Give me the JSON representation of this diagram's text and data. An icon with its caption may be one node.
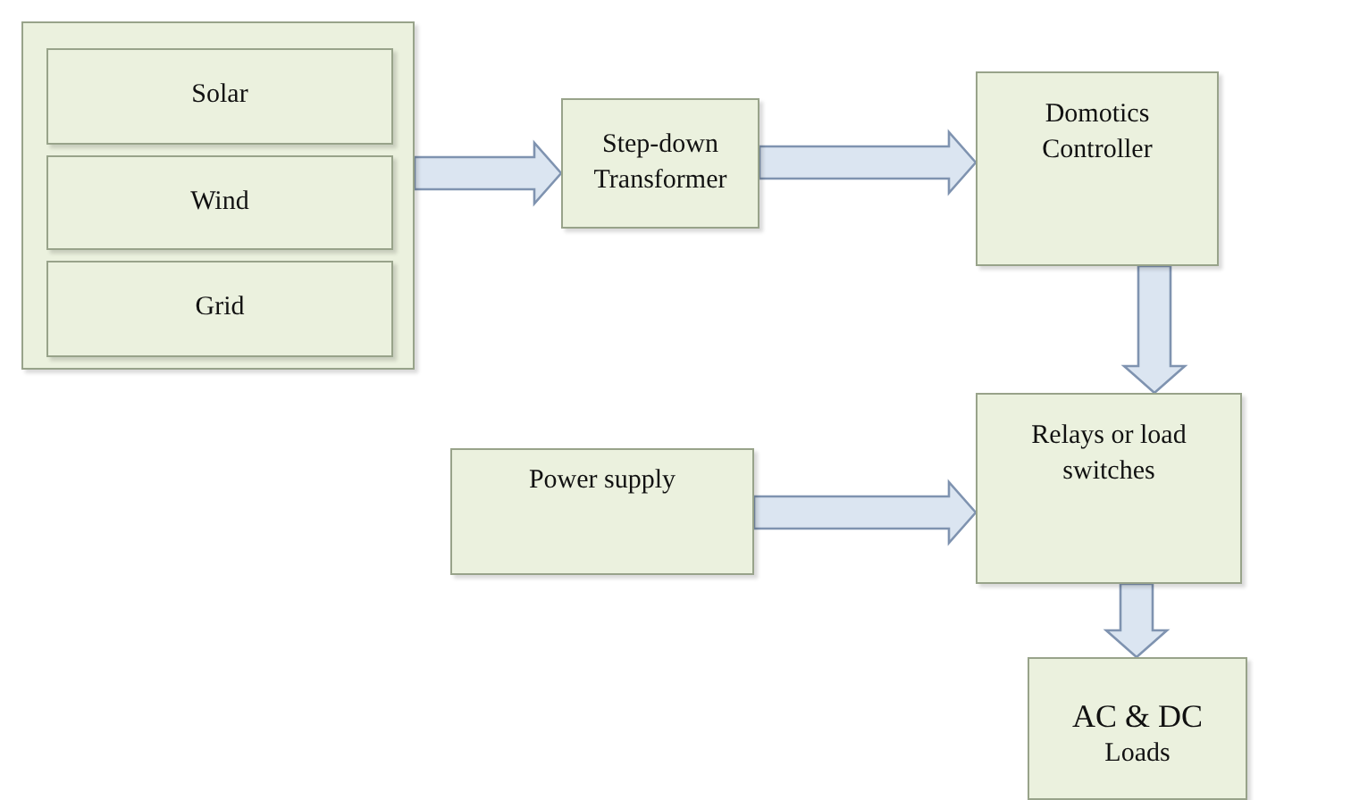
{
  "diagram": {
    "nodes": [
      {
        "text": [],
        "shape": "box"
      },
      {
        "text": [
          "Solar"
        ],
        "in": 0
      },
      {
        "text": [
          "Wind"
        ],
        "in": 0
      },
      {
        "text": [
          "Grid"
        ],
        "in": 0
      },
      {
        "text": [
          "Step-down Transformer"
        ]
      },
      {
        "text": [
          "Domotics Controller"
        ]
      },
      {
        "text": [
          "Power supply"
        ]
      },
      {
        "text": [
          "Relays or load switches"
        ]
      },
      {
        "text": [
          "AC & DC",
          "Loads"
        ]
      }
    ],
    "edges": [
      {
        "from": 0,
        "to": 4,
        "arrow": "to"
      },
      {
        "from": 4,
        "to": 5,
        "arrow": "to"
      },
      {
        "from": 5,
        "to": 7,
        "arrow": "to"
      },
      {
        "from": 6,
        "to": 7,
        "arrow": "to"
      },
      {
        "from": 7,
        "to": 8,
        "arrow": "to"
      }
    ]
  }
}
